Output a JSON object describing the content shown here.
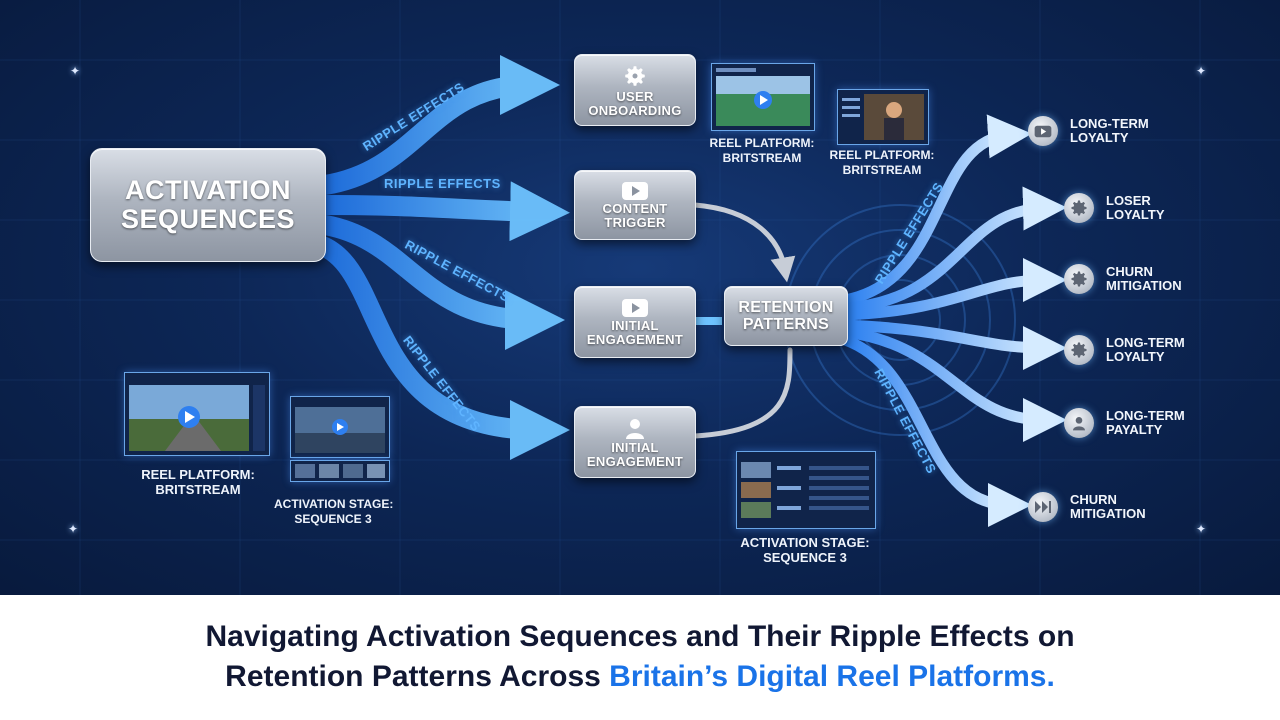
{
  "diagram": {
    "source": {
      "label_line1": "ACTIVATION",
      "label_line2": "SEQUENCES"
    },
    "steps": [
      {
        "id": "user-onboarding",
        "line1": "USER",
        "line2": "ONBOARDING",
        "icon": "gear-icon"
      },
      {
        "id": "content-trigger",
        "line1": "CONTENT",
        "line2": "TRIGGER",
        "icon": "play-icon"
      },
      {
        "id": "initial-engagement-1",
        "line1": "INITIAL",
        "line2": "ENGAGEMENT",
        "icon": "play-icon"
      },
      {
        "id": "initial-engagement-2",
        "line1": "INITIAL",
        "line2": "ENGAGEMENT",
        "icon": "user-icon"
      }
    ],
    "hub": {
      "line1": "RETENTION",
      "line2": "PATTERNS"
    },
    "ripple_labels": [
      "RIPPLE EFFECTS",
      "RIPPLE EFFECTS",
      "RIPPLE EFFECTS",
      "RIPPLE EFFECTS",
      "RIPPLE EFFECTS",
      "RIPPLE EFFECTS"
    ],
    "outcomes": [
      {
        "line1": "LONG-TERM",
        "line2": "LOYALTY",
        "icon": "play-icon"
      },
      {
        "line1": "LOSER",
        "line2": "LOYALTY",
        "icon": "gear-icon"
      },
      {
        "line1": "CHURN",
        "line2": "MITIGATION",
        "icon": "gear-icon"
      },
      {
        "line1": "LONG-TERM",
        "line2": "LOYALTY",
        "icon": "gear-icon"
      },
      {
        "line1": "LONG-TERM",
        "line2": "PAYALTY",
        "icon": "user-icon"
      },
      {
        "line1": "CHURN",
        "line2": "MITIGATION",
        "icon": "skip-forward-icon"
      }
    ],
    "screens": [
      {
        "caption_line1": "REEL PLATFORM:",
        "caption_line2": "BRITSTREAM"
      },
      {
        "caption_line1": "REEL PLATFORM:",
        "caption_line2": "BRITSTREAM"
      },
      {
        "caption_line1": "REEL PLATFORM:",
        "caption_line2": "BRITSTREAM"
      },
      {
        "caption_line1": "ACTIVATION STAGE:",
        "caption_line2": "SEQUENCE 3"
      },
      {
        "caption_line1": "ACTIVATION STAGE:",
        "caption_line2": "SEQUENCE 3"
      }
    ],
    "colors": {
      "accent": "#1a73e8",
      "flow": "#3d9bff",
      "background": "#0d2757"
    }
  },
  "caption": {
    "line1": "Navigating Activation Sequences and Their Ripple Effects on",
    "line2_part1": "Retention Patterns Across ",
    "line2_highlight": "Britain’s Digital Reel Platforms."
  }
}
